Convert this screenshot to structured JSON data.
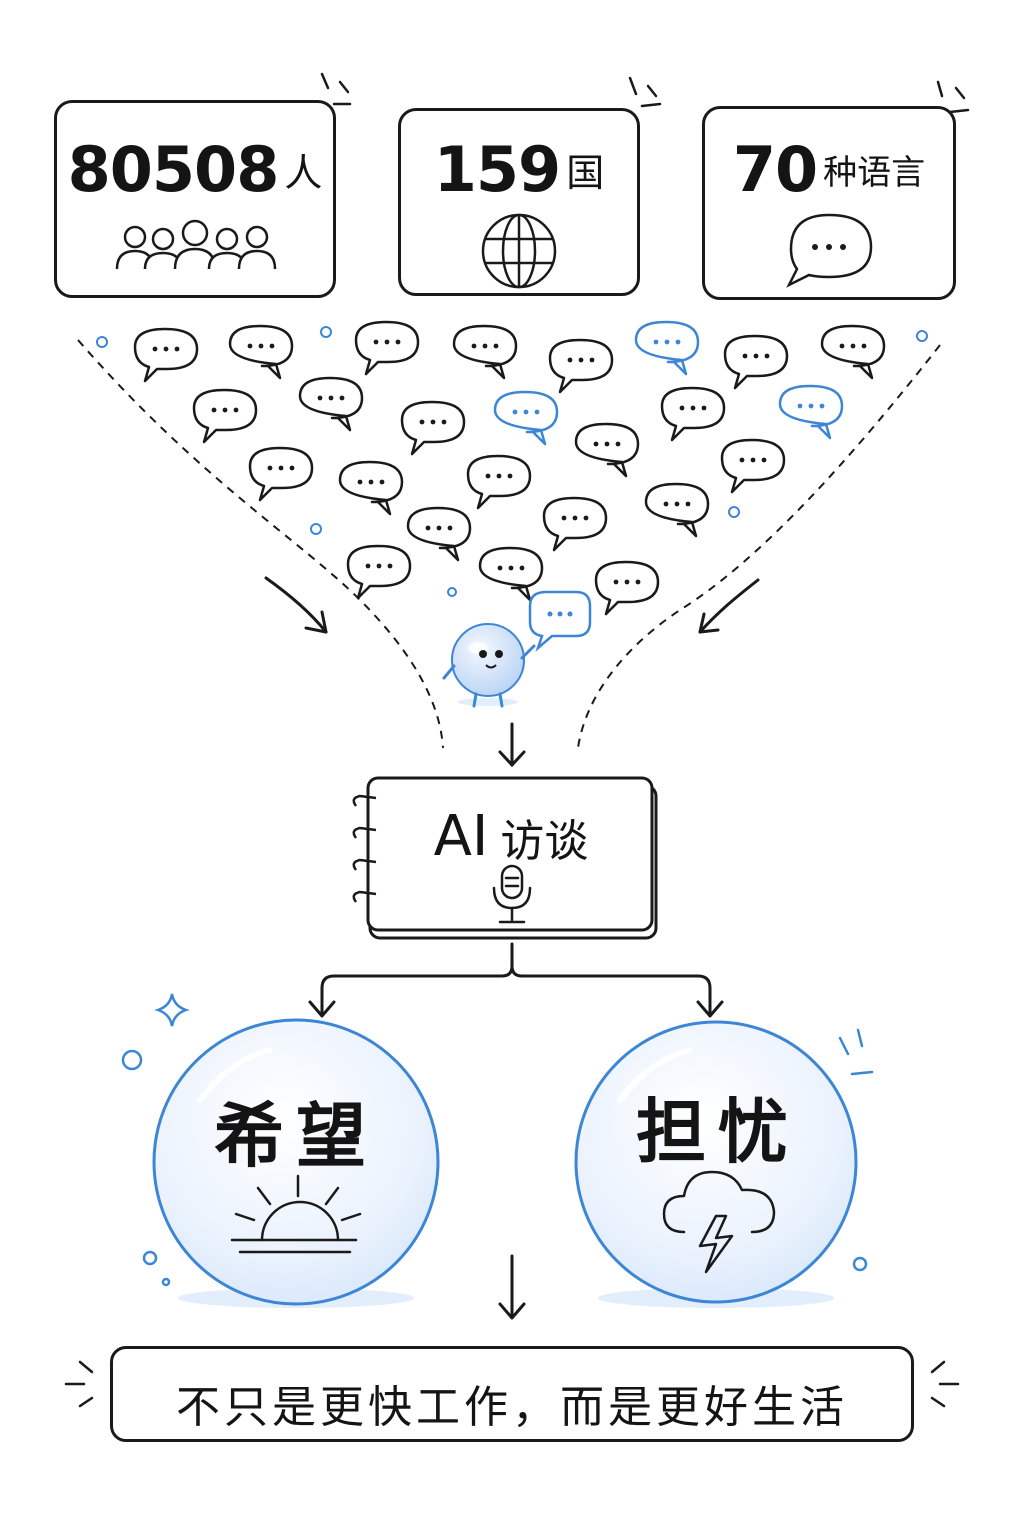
{
  "stats": [
    {
      "number": "80508",
      "unit": "人",
      "icon": "people-group-icon"
    },
    {
      "number": "159",
      "unit": "国",
      "icon": "globe-icon"
    },
    {
      "number": "70",
      "unit": "种语言",
      "icon": "speech-bubble-icon"
    }
  ],
  "center": {
    "ai_label": "AI",
    "word": "访谈",
    "icon": "microphone-icon"
  },
  "outcomes": {
    "hope": {
      "label": "希望",
      "icon": "sunrise-icon"
    },
    "worry": {
      "label": "担忧",
      "icon": "storm-cloud-icon"
    }
  },
  "conclusion": "不只是更快工作，而是更好生活",
  "colors": {
    "ink": "#1a1a1a",
    "accent_blue": "#3d86d6",
    "bubble_fill": "#eaf2fd"
  }
}
